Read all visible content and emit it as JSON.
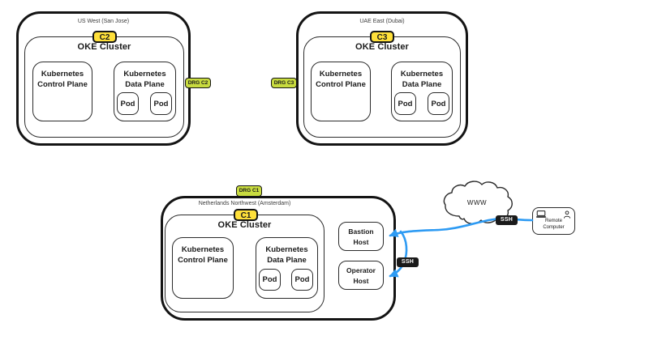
{
  "regions": [
    {
      "name": "region-us-west",
      "label": "US West (San Jose)",
      "cluster_badge": "C2",
      "drg_badge": "DRG C2",
      "cluster_title": "OKE Cluster",
      "control_plane": {
        "line1": "Kubernetes",
        "line2": "Control Plane"
      },
      "data_plane": {
        "line1": "Kubernetes",
        "line2": "Data Plane"
      },
      "pods": [
        "Pod",
        "Pod"
      ]
    },
    {
      "name": "region-uae-east",
      "label": "UAE East (Dubai)",
      "cluster_badge": "C3",
      "drg_badge": "DRG C3",
      "cluster_title": "OKE Cluster",
      "control_plane": {
        "line1": "Kubernetes",
        "line2": "Control Plane"
      },
      "data_plane": {
        "line1": "Kubernetes",
        "line2": "Data Plane"
      },
      "pods": [
        "Pod",
        "Pod"
      ]
    },
    {
      "name": "region-netherlands-northwest",
      "label": "Netherlands Northwest (Amsterdam)",
      "cluster_badge": "C1",
      "drg_badge": "DRG C1",
      "cluster_title": "OKE Cluster",
      "control_plane": {
        "line1": "Kubernetes",
        "line2": "Control Plane"
      },
      "data_plane": {
        "line1": "Kubernetes",
        "line2": "Data Plane"
      },
      "pods": [
        "Pod",
        "Pod"
      ]
    }
  ],
  "hosts": {
    "bastion": {
      "line1": "Bastion",
      "line2": "Host"
    },
    "operator": {
      "line1": "Operator",
      "line2": "Host"
    }
  },
  "internet": {
    "label": "WWW"
  },
  "remote_computer": {
    "line1": "Remote",
    "line2": "Computer"
  },
  "ssh_labels": {
    "www_link": "SSH",
    "operator_link": "SSH"
  },
  "colors": {
    "cluster_badge_yellow": "#FFE03A",
    "drg_badge_green": "#C8DB3F",
    "ssh_badge_black": "#1A1A1A",
    "connector_blue": "#2E9BF3"
  }
}
